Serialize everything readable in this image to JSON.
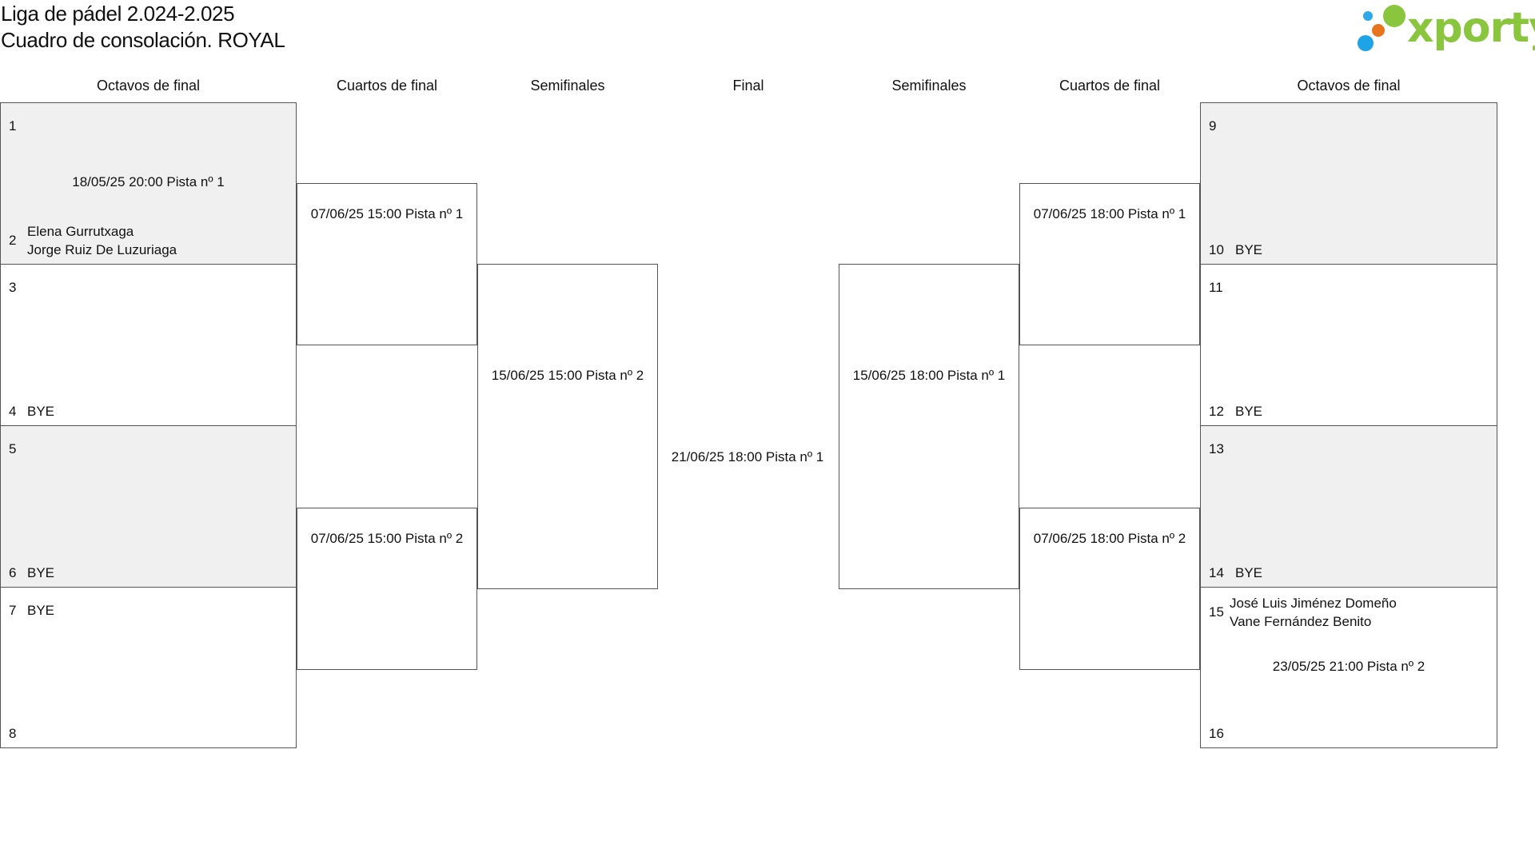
{
  "title": {
    "line1": "Liga de pádel 2.024-2.025",
    "line2": "Cuadro de consolación. ROYAL"
  },
  "logo": {
    "text": "xporty",
    "colors": {
      "text": "#8ac53e",
      "dot_green": "#8ac53e",
      "dot_orange": "#e8741d",
      "dot_blue": "#1ea3e6",
      "dot_light_blue": "#2fa8e8"
    }
  },
  "headers": {
    "left_r16": "Octavos de final",
    "left_qf": "Cuartos de final",
    "left_sf": "Semifinales",
    "final": "Final",
    "right_sf": "Semifinales",
    "right_qf": "Cuartos de final",
    "right_r16": "Octavos de final"
  },
  "left_r16": [
    {
      "top": {
        "num": "1",
        "names": []
      },
      "info": "18/05/25 20:00 Pista nº 1",
      "bottom": {
        "num": "2",
        "names": [
          "Elena Gurrutxaga",
          "Jorge Ruiz De Luzuriaga"
        ]
      }
    },
    {
      "top": {
        "num": "3",
        "names": []
      },
      "info": "",
      "bottom": {
        "num": "4",
        "names": [
          "BYE"
        ]
      }
    },
    {
      "top": {
        "num": "5",
        "names": []
      },
      "info": "",
      "bottom": {
        "num": "6",
        "names": [
          "BYE"
        ]
      }
    },
    {
      "top": {
        "num": "7",
        "names": [
          "BYE"
        ]
      },
      "info": "",
      "bottom": {
        "num": "8",
        "names": []
      }
    }
  ],
  "right_r16": [
    {
      "top": {
        "num": "9",
        "names": []
      },
      "info": "",
      "bottom": {
        "num": "10",
        "names": [
          "BYE"
        ]
      }
    },
    {
      "top": {
        "num": "11",
        "names": []
      },
      "info": "",
      "bottom": {
        "num": "12",
        "names": [
          "BYE"
        ]
      }
    },
    {
      "top": {
        "num": "13",
        "names": []
      },
      "info": "",
      "bottom": {
        "num": "14",
        "names": [
          "BYE"
        ]
      }
    },
    {
      "top": {
        "num": "15",
        "names": [
          "José Luis Jiménez Domeño",
          "Vane Fernández Benito"
        ]
      },
      "info": "23/05/25 21:00 Pista nº 2",
      "bottom": {
        "num": "16",
        "names": []
      }
    }
  ],
  "left_qf": [
    {
      "info": "07/06/25 15:00 Pista nº 1"
    },
    {
      "info": "07/06/25 15:00 Pista nº 2"
    }
  ],
  "left_sf": {
    "info": "15/06/25 15:00 Pista nº 2"
  },
  "final": {
    "info": "21/06/25 18:00 Pista nº 1"
  },
  "right_sf": {
    "info": "15/06/25 18:00 Pista nº 1"
  },
  "right_qf": [
    {
      "info": "07/06/25 18:00 Pista nº 1"
    },
    {
      "info": "07/06/25 18:00 Pista nº 2"
    }
  ]
}
